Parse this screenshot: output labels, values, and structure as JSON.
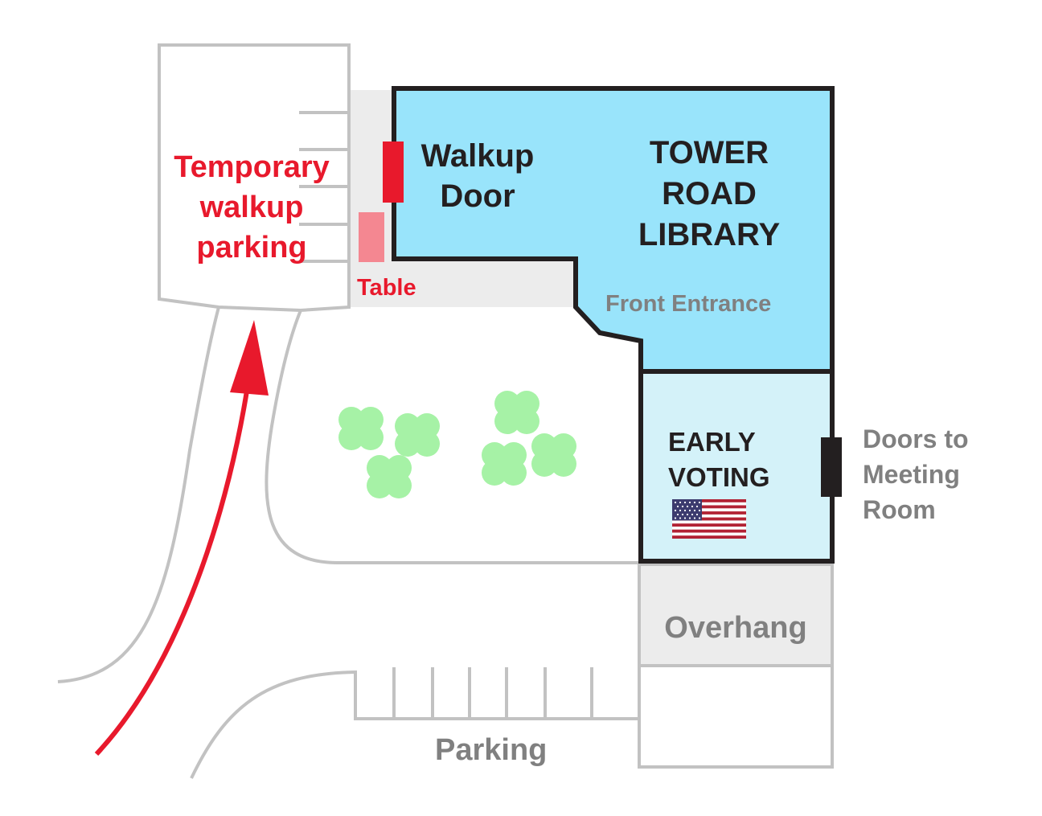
{
  "labels": {
    "temporary_line1": "Temporary",
    "temporary_line2": "walkup",
    "temporary_line3": "parking",
    "walkup_line1": "Walkup",
    "walkup_line2": "Door",
    "library_line1": "TOWER",
    "library_line2": "ROAD",
    "library_line3": "LIBRARY",
    "front_entrance": "Front Entrance",
    "table": "Table",
    "early_voting_line1": "EARLY",
    "early_voting_line2": "VOTING",
    "doors_line1": "Doors to",
    "doors_line2": "Meeting",
    "doors_line3": "Room",
    "overhang": "Overhang",
    "parking": "Parking"
  },
  "icons": {
    "route_arrow": "arrow-up-icon",
    "flag": "us-flag-icon",
    "trees": "tree-icon"
  },
  "colors": {
    "library_fill": "#99e4fb",
    "early_voting_fill": "#d4f2f9",
    "walkway_fill": "#ececec",
    "outline_dark": "#231f20",
    "outline_gray": "#bcbcbc",
    "accent_red": "#e8192c",
    "table_fill": "#f48791",
    "tree_fill": "#a6f2a6",
    "label_gray": "#808080"
  }
}
